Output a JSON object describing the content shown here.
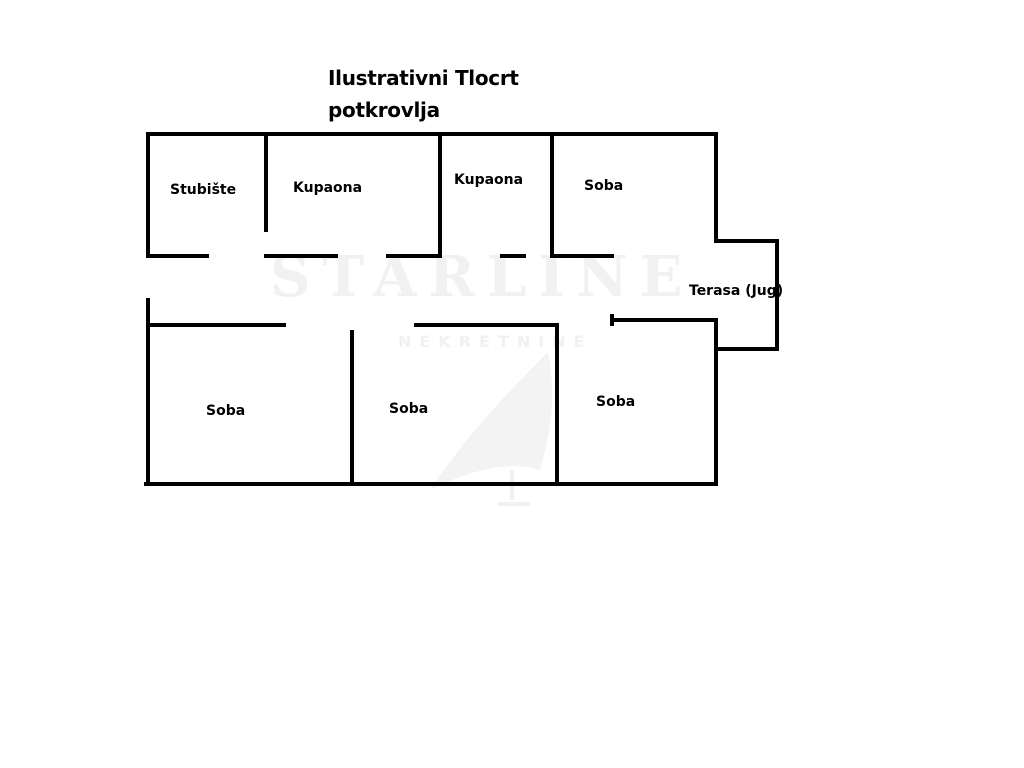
{
  "plan": {
    "title_line1": "Ilustrativni Tlocrt",
    "title_line2": "potkrovlja",
    "rooms": {
      "stairs": "Stubište",
      "bathroom_1": "Kupaona",
      "bathroom_2": "Kupaona",
      "room_top_right": "Soba",
      "terrace": "Terasa (Jug)",
      "room_bottom_left": "Soba",
      "room_bottom_middle": "Soba",
      "room_bottom_right": "Soba"
    },
    "watermark": {
      "brand": "STARLINE",
      "sub": "NEKRETNINE"
    },
    "colors": {
      "wall": "#000000",
      "background": "#ffffff",
      "watermark": "#f1f1f1"
    }
  }
}
